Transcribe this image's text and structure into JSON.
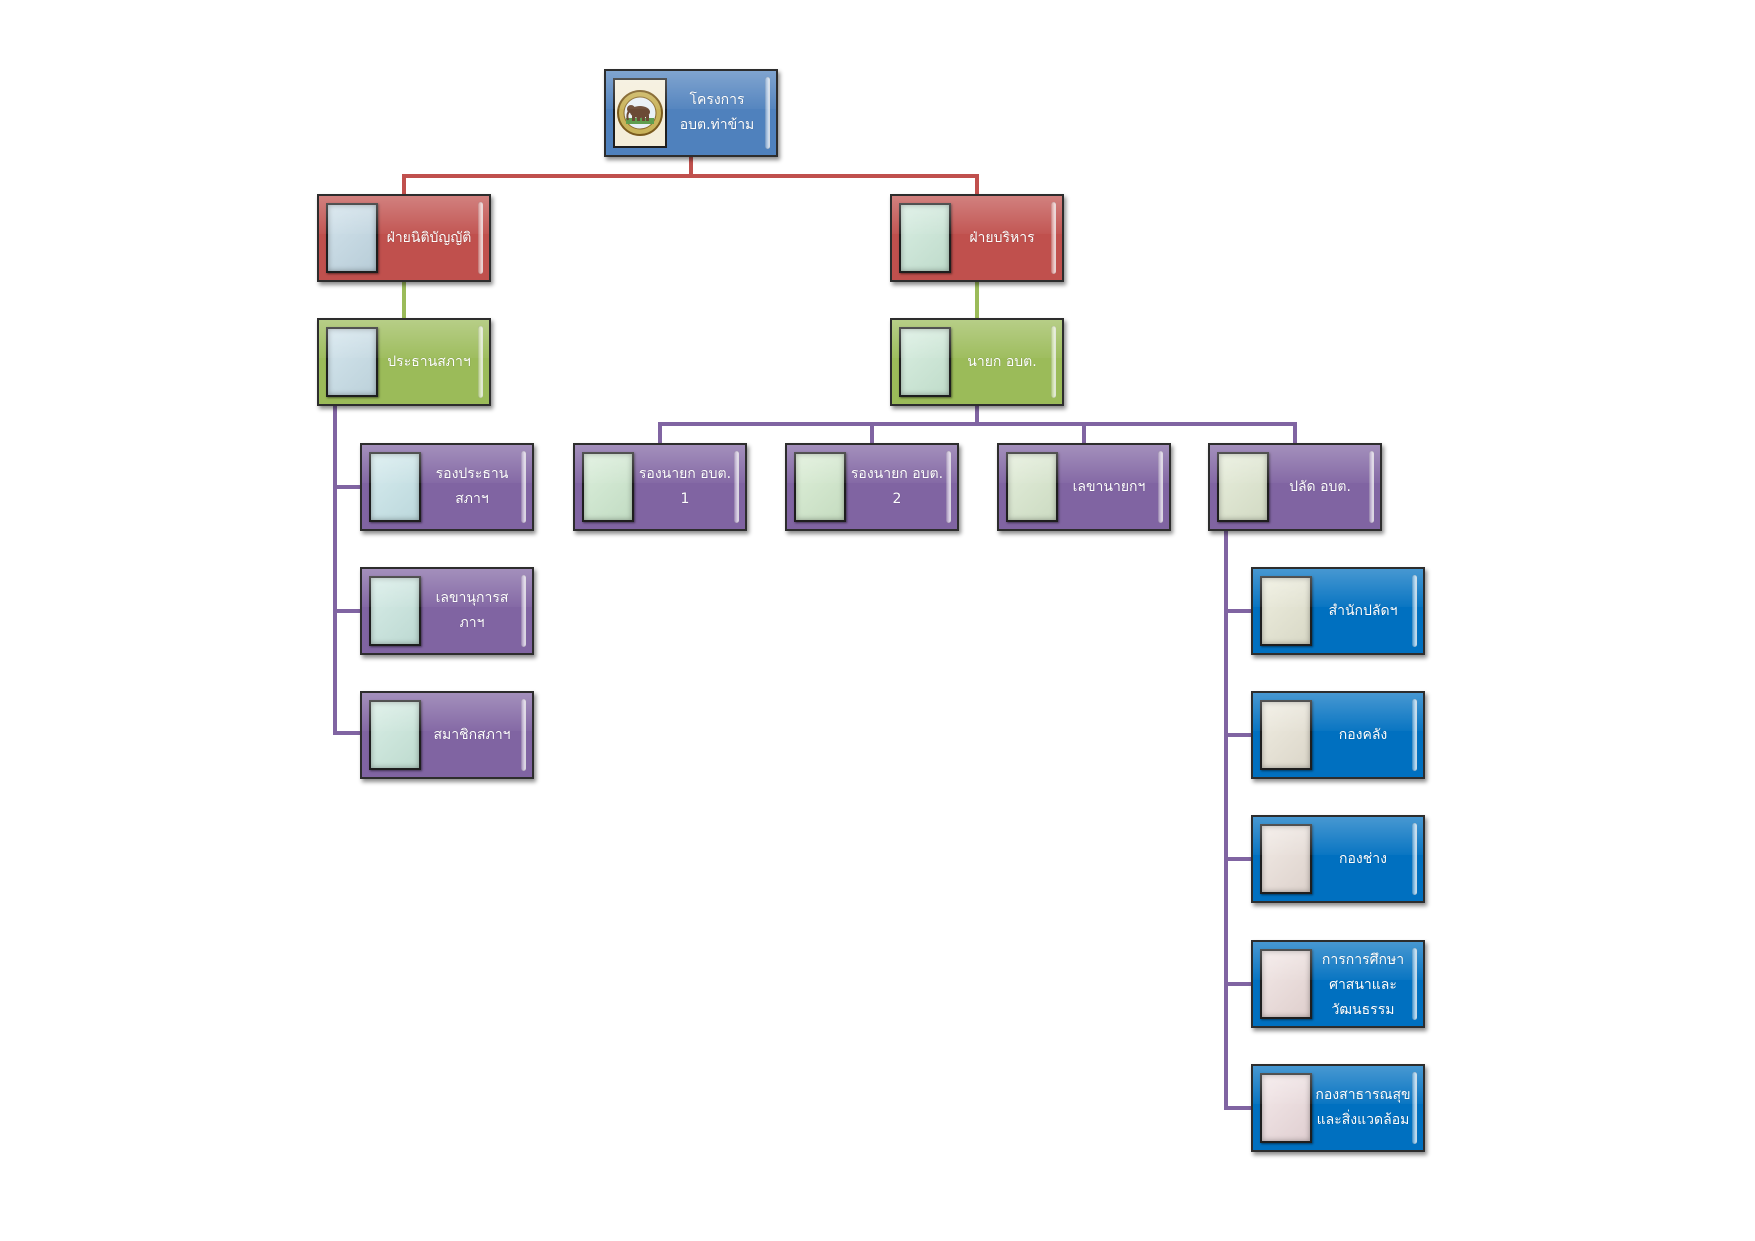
{
  "colors": {
    "root": "#4f81bd",
    "division": "#c0504d",
    "head": "#9bbb59",
    "member": "#8064a2",
    "unit": "#0070c0",
    "connector_division": "#c0504d",
    "connector_head": "#9bbb59",
    "connector_member": "#8064a2"
  },
  "org": {
    "root": {
      "label": "โครงการ อบต.ท่าข้าม",
      "icon": "organization-emblem-icon"
    },
    "legislative": {
      "division": {
        "label": "ฝ่ายนิติบัญญัติ"
      },
      "head": {
        "label": "ประธานสภาฯ"
      },
      "members": [
        {
          "label": "รองประธานสภาฯ"
        },
        {
          "label": "เลขานุการสภาฯ"
        },
        {
          "label": "สมาชิกสภาฯ"
        }
      ]
    },
    "executive": {
      "division": {
        "label": "ฝ่ายบริหาร"
      },
      "head": {
        "label": "นายก อบต."
      },
      "members": [
        {
          "label": "รองนายก อบต. 1"
        },
        {
          "label": "รองนายก อบต. 2"
        },
        {
          "label": "เลขานายกฯ"
        },
        {
          "label": "ปลัด อบต."
        }
      ],
      "units": [
        {
          "label": "สำนักปลัดฯ"
        },
        {
          "label": "กองคลัง"
        },
        {
          "label": "กองช่าง"
        },
        {
          "label": "การการศึกษา ศาสนาและวัฒนธรรม"
        },
        {
          "label": "กองสาธารณสุขและสิ่งแวดล้อม"
        }
      ]
    }
  }
}
